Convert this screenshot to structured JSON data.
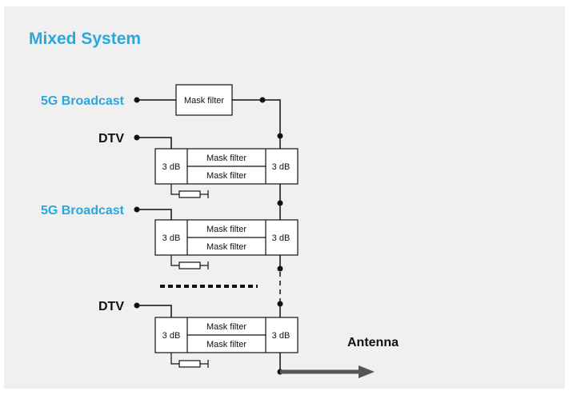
{
  "diagram": {
    "title": "Mixed System",
    "inputs": [
      {
        "label": "5G Broadcast",
        "color": "#2aa8de"
      },
      {
        "label": "DTV",
        "color": "#111111"
      },
      {
        "label": "5G Broadcast",
        "color": "#2aa8de"
      },
      {
        "label": "DTV",
        "color": "#111111"
      }
    ],
    "mask_filter_label": "Mask filter",
    "coupler_label": "3 dB",
    "output_label": "Antenna",
    "colors": {
      "accent": "#2aa8de",
      "line": "#111111",
      "arrow": "#555555",
      "background": "#f0f0f0"
    }
  }
}
